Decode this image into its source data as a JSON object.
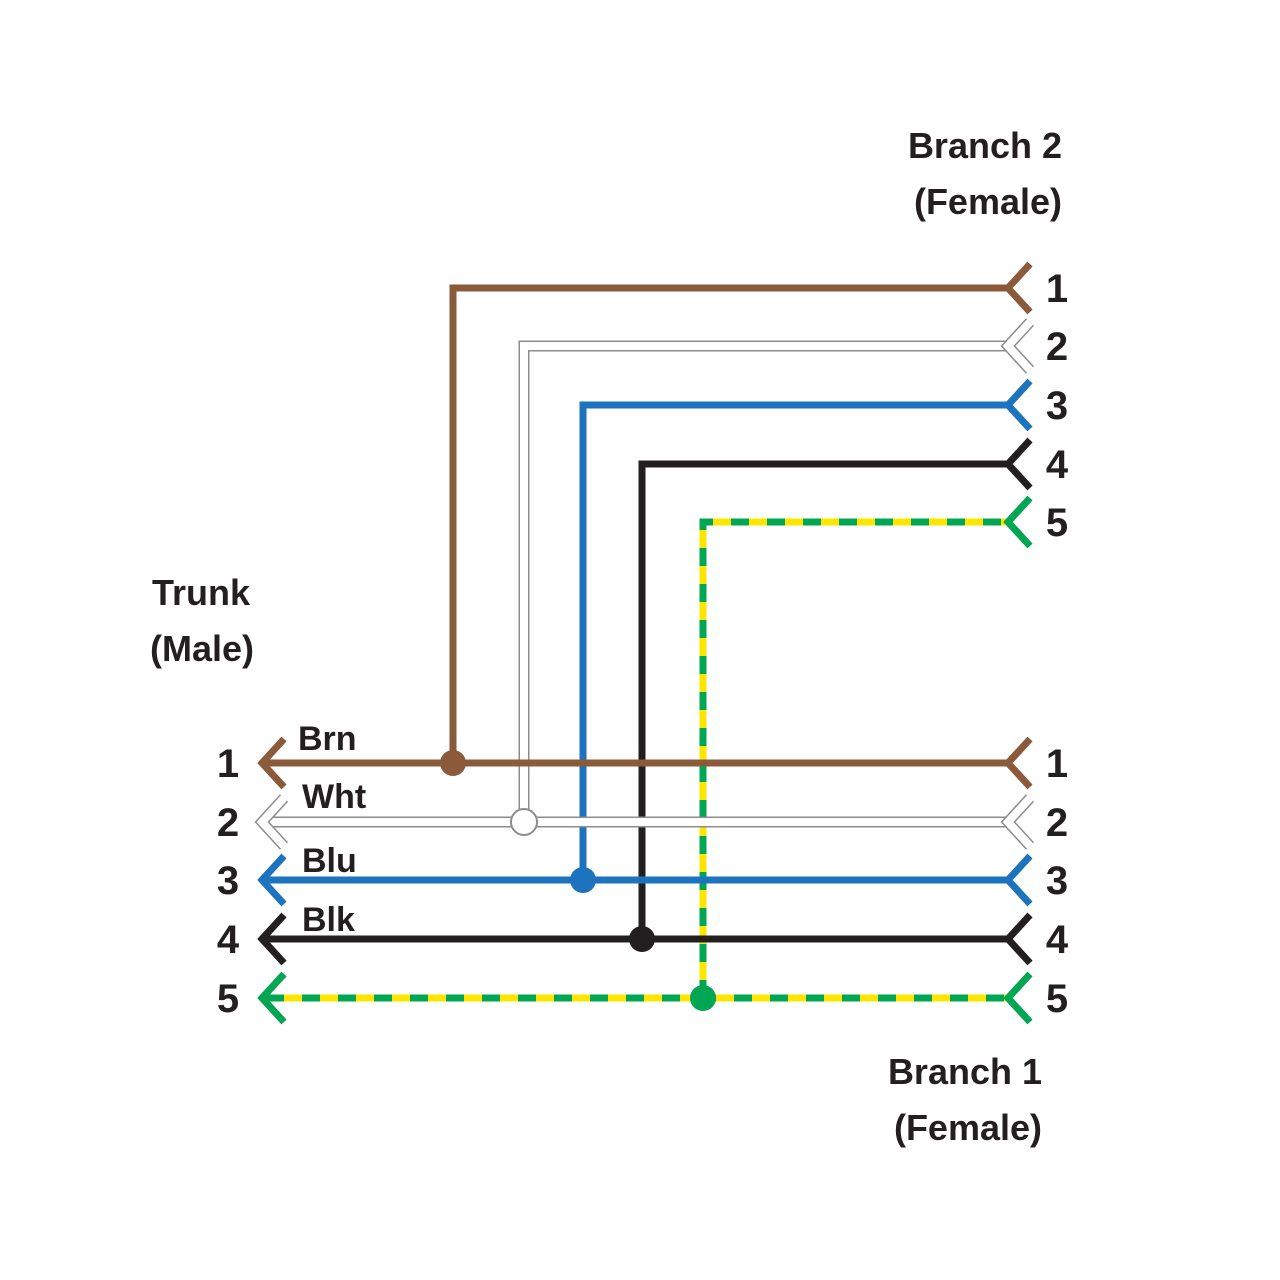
{
  "trunk": {
    "title": "Trunk",
    "subtitle": "(Male)"
  },
  "branch1": {
    "title": "Branch 1",
    "subtitle": "(Female)"
  },
  "branch2": {
    "title": "Branch 2",
    "subtitle": "(Female)"
  },
  "wires": [
    {
      "pin": "1",
      "label": "Brn",
      "color": "#8b5a3a",
      "style": "solid"
    },
    {
      "pin": "2",
      "label": "Wht",
      "color": "#ffffff",
      "outline": "#8c8c8c",
      "style": "outlined"
    },
    {
      "pin": "3",
      "label": "Blu",
      "color": "#1e73be",
      "style": "solid"
    },
    {
      "pin": "4",
      "label": "Blk",
      "color": "#231f20",
      "style": "solid"
    },
    {
      "pin": "5",
      "label": "",
      "color": "#00a651",
      "stripe": "#ffe600",
      "style": "striped"
    }
  ],
  "branch_pins": [
    "1",
    "2",
    "3",
    "4",
    "5"
  ]
}
